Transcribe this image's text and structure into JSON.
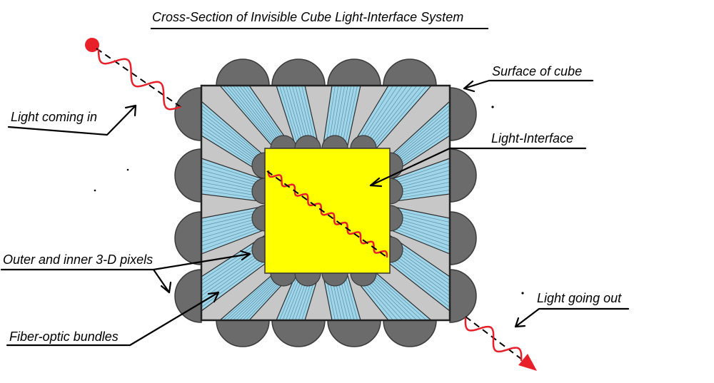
{
  "title": "Cross-Section of Invisible Cube Light-Interface System",
  "labels": {
    "light_in": "Light coming in",
    "surface": "Surface of cube",
    "interface": "Light-Interface",
    "pixels": "Outer and inner 3-D pixels",
    "fiber": "Fiber-optic bundles",
    "light_out": "Light going out"
  },
  "colors": {
    "outer_pixel": "#6b6b6b",
    "inner_pixel": "#6b6b6b",
    "fiber_bundle": "#9fd6ea",
    "fiber_line": "#5f8fa5",
    "spacer": "#c7c7c7",
    "interface": "#ffff00",
    "light": "#e8202a",
    "frame": "#222222"
  },
  "icons": {
    "light_source": "red-dot-icon",
    "light_exit": "red-arrowhead-icon"
  }
}
